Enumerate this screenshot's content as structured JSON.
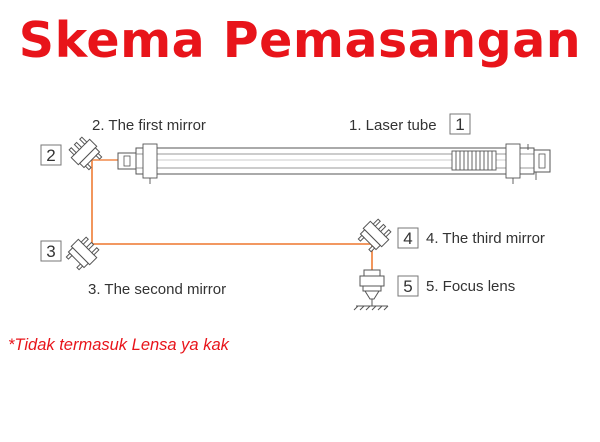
{
  "title": "Skema Pemasangan",
  "note": "*Tidak termasuk Lensa ya kak",
  "labels": {
    "first_mirror": "2. The first mirror",
    "laser_tube": "1. Laser tube",
    "second_mirror": "3. The second mirror",
    "third_mirror": "4. The third mirror",
    "focus_lens": "5. Focus lens"
  },
  "badges": {
    "laser_tube": "1",
    "first_mirror": "2",
    "second_mirror": "3",
    "third_mirror": "4",
    "focus_lens": "5"
  },
  "colors": {
    "title": "#e8141a",
    "beam": "#f08a4b",
    "line": "#555555"
  }
}
